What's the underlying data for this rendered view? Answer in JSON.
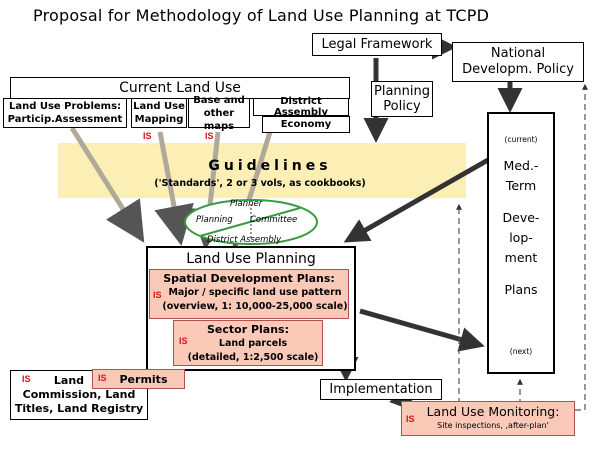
{
  "title": "Proposal for Methodology of Land Use Planning at TCPD",
  "legal_framework": "Legal Framework",
  "national_policy": [
    "National",
    "Developm. Policy"
  ],
  "planning_policy": [
    "Planning",
    "Policy"
  ],
  "current_land_use": "Current Land Use",
  "land_use_problems": [
    "Land Use Problems:",
    "Particip.Assessment"
  ],
  "land_use_mapping": [
    "Land Use",
    "Mapping"
  ],
  "base_maps": [
    "Base and",
    "other maps"
  ],
  "district_assembly": "District Assembly",
  "economy": "Economy",
  "is_tag": "IS",
  "guidelines": {
    "title": "Guidelines",
    "subtitle": "('Standards',  2 or 3 vols, as cookbooks)"
  },
  "committee": {
    "planner": "Planner",
    "planning": "Planning",
    "committee": "Committee",
    "district_assembly": "District Assembly"
  },
  "land_use_planning": "Land Use Planning",
  "spatial_plans": {
    "title": "Spatial Development Plans:",
    "line1": "Major / specific land use pattern",
    "line2": "(overview,  1: 10,000-25,000 scale)"
  },
  "sector_plans": {
    "title": "Sector Plans:",
    "line1": "Land parcels",
    "line2": "(detailed,  1:2,500 scale)"
  },
  "med_term": {
    "current": "(current)",
    "text": [
      "Med.-",
      "Term",
      "Deve-",
      "lop-",
      "ment",
      "Plans"
    ],
    "next": "(next)"
  },
  "land_commission": [
    "Land",
    "Commission, Land",
    "Titles, Land Registry"
  ],
  "permits": "Permits",
  "implementation": "Implementation",
  "monitoring": {
    "title": "Land Use Monitoring:",
    "subtitle": "Site inspections, ,after-plan'"
  }
}
